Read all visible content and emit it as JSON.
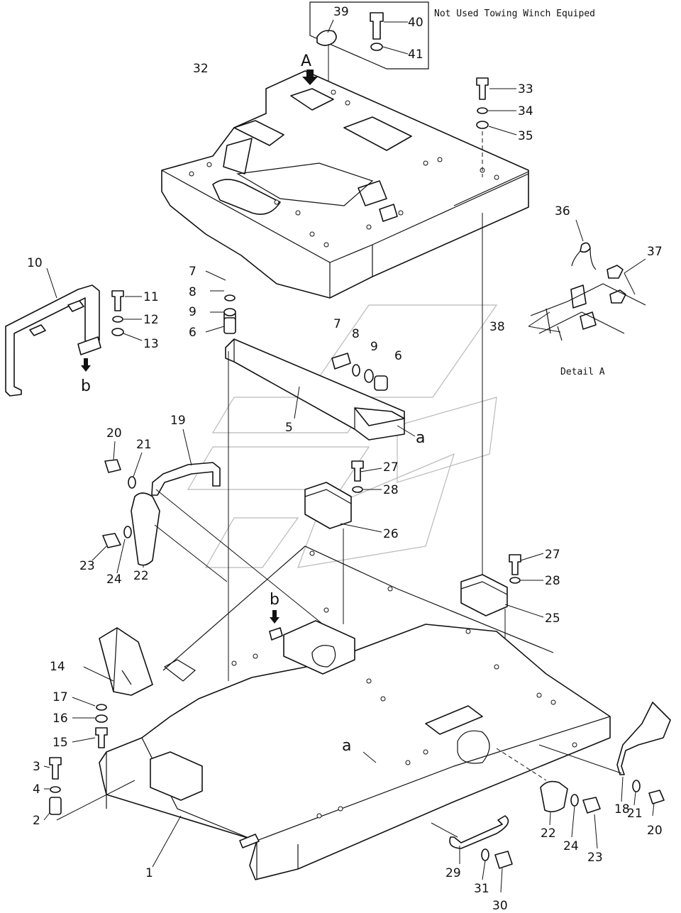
{
  "header_note": "Not Used Towing Winch Equiped",
  "detail_label": "Detail A",
  "view_marker": "A",
  "callouts": [
    {
      "id": "c39",
      "text": "39"
    },
    {
      "id": "c40",
      "text": "40"
    },
    {
      "id": "c41",
      "text": "41"
    },
    {
      "id": "c32",
      "text": "32"
    },
    {
      "id": "c33",
      "text": "33"
    },
    {
      "id": "c34",
      "text": "34"
    },
    {
      "id": "c35",
      "text": "35"
    },
    {
      "id": "c36",
      "text": "36"
    },
    {
      "id": "c37",
      "text": "37"
    },
    {
      "id": "c38",
      "text": "38"
    },
    {
      "id": "c10",
      "text": "10"
    },
    {
      "id": "c11",
      "text": "11"
    },
    {
      "id": "c12",
      "text": "12"
    },
    {
      "id": "c13",
      "text": "13"
    },
    {
      "id": "cb1",
      "text": "b"
    },
    {
      "id": "c7a",
      "text": "7"
    },
    {
      "id": "c8a",
      "text": "8"
    },
    {
      "id": "c9a",
      "text": "9"
    },
    {
      "id": "c6a",
      "text": "6"
    },
    {
      "id": "c7b",
      "text": "7"
    },
    {
      "id": "c8b",
      "text": "8"
    },
    {
      "id": "c9b",
      "text": "9"
    },
    {
      "id": "c6b",
      "text": "6"
    },
    {
      "id": "c5",
      "text": "5"
    },
    {
      "id": "ca1",
      "text": "a"
    },
    {
      "id": "c20a",
      "text": "20"
    },
    {
      "id": "c21a",
      "text": "21"
    },
    {
      "id": "c19",
      "text": "19"
    },
    {
      "id": "c27a",
      "text": "27"
    },
    {
      "id": "c28a",
      "text": "28"
    },
    {
      "id": "c26",
      "text": "26"
    },
    {
      "id": "c23a",
      "text": "23"
    },
    {
      "id": "c24a",
      "text": "24"
    },
    {
      "id": "c22a",
      "text": "22"
    },
    {
      "id": "c27b",
      "text": "27"
    },
    {
      "id": "c28b",
      "text": "28"
    },
    {
      "id": "c25",
      "text": "25"
    },
    {
      "id": "cb2",
      "text": "b"
    },
    {
      "id": "c14",
      "text": "14"
    },
    {
      "id": "c17",
      "text": "17"
    },
    {
      "id": "c16",
      "text": "16"
    },
    {
      "id": "c15",
      "text": "15"
    },
    {
      "id": "c3",
      "text": "3"
    },
    {
      "id": "c4",
      "text": "4"
    },
    {
      "id": "c2",
      "text": "2"
    },
    {
      "id": "c1",
      "text": "1"
    },
    {
      "id": "ca2",
      "text": "a"
    },
    {
      "id": "c18",
      "text": "18"
    },
    {
      "id": "c21b",
      "text": "21"
    },
    {
      "id": "c20b",
      "text": "20"
    },
    {
      "id": "c22b",
      "text": "22"
    },
    {
      "id": "c24b",
      "text": "24"
    },
    {
      "id": "c23b",
      "text": "23"
    },
    {
      "id": "c29",
      "text": "29"
    },
    {
      "id": "c31",
      "text": "31"
    },
    {
      "id": "c30",
      "text": "30"
    }
  ]
}
